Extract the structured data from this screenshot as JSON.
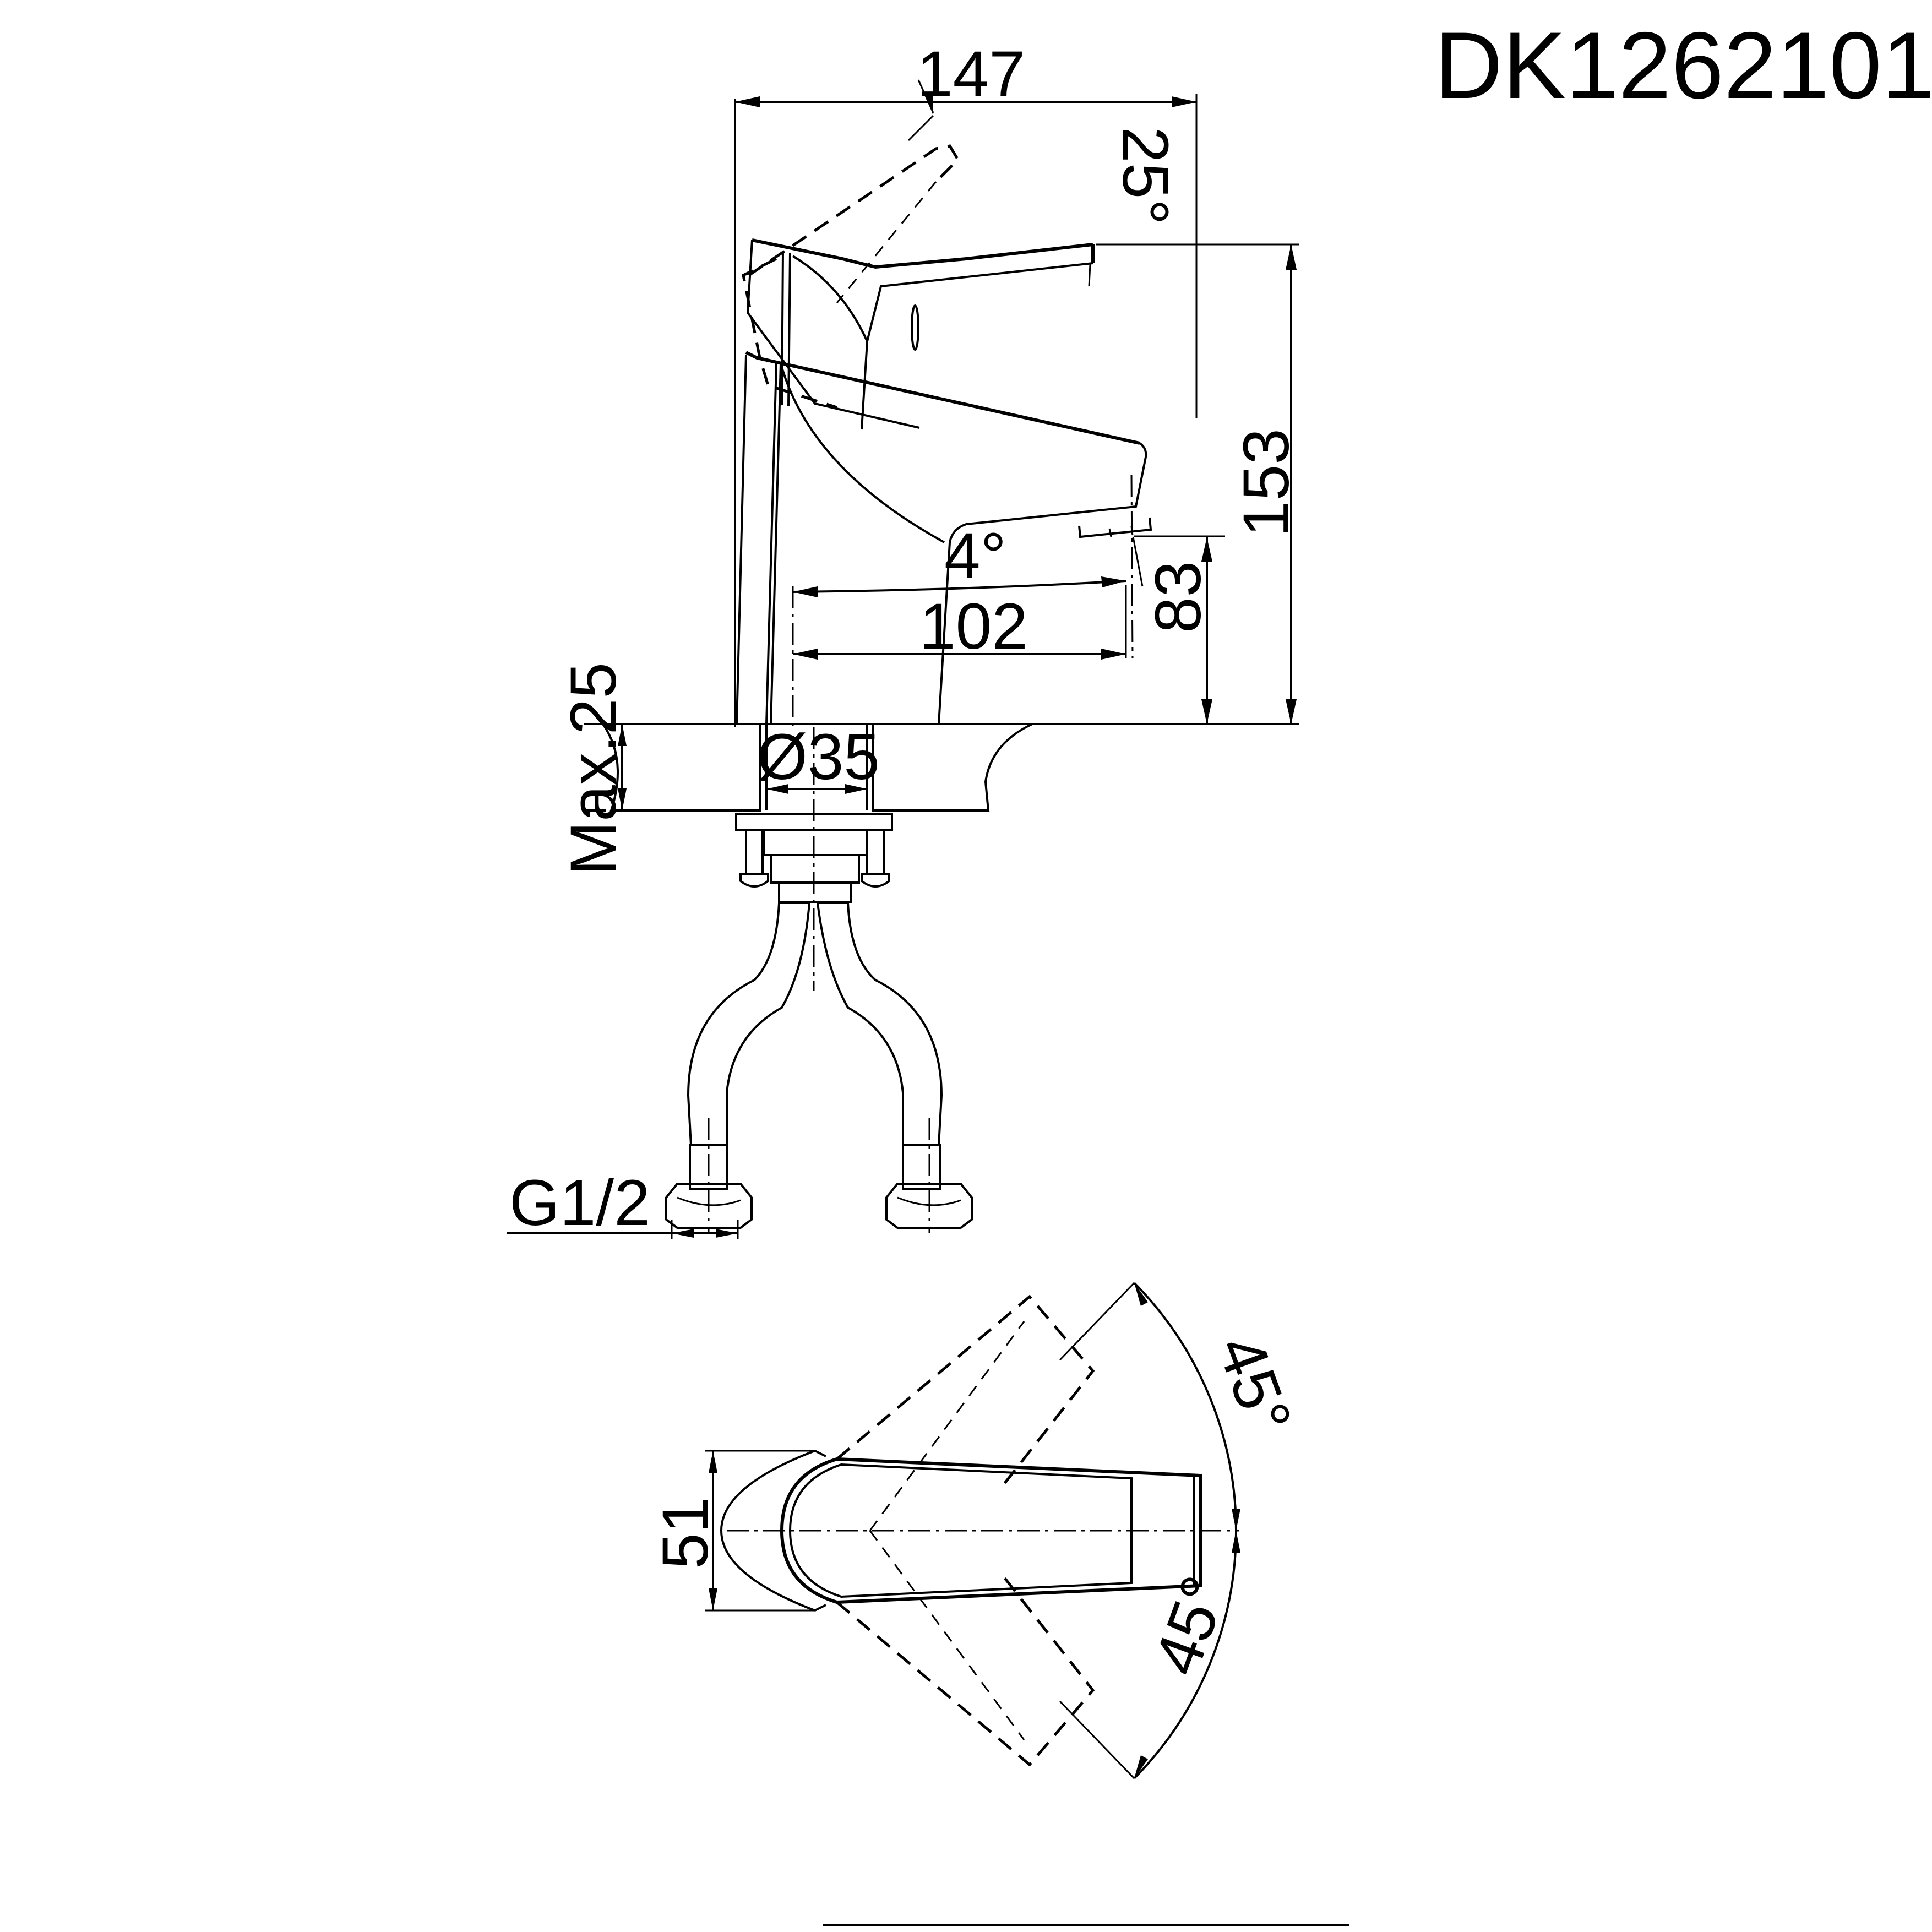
{
  "title": "DK1262101",
  "side_view": {
    "overall_length": "147",
    "handle_tilt_angle": "25°",
    "overall_height": "153",
    "spout_height": "83",
    "spout_reach": "102",
    "spout_angle": "4°",
    "mounting_hole_diameter": "Ø35",
    "max_deck_thickness": "Max.25",
    "connection_thread": "G1/2"
  },
  "top_view": {
    "body_width": "51",
    "handle_rotation_left": "45°",
    "handle_rotation_right": "45°"
  },
  "colors": {
    "line": "#000000",
    "background": "#ffffff"
  }
}
